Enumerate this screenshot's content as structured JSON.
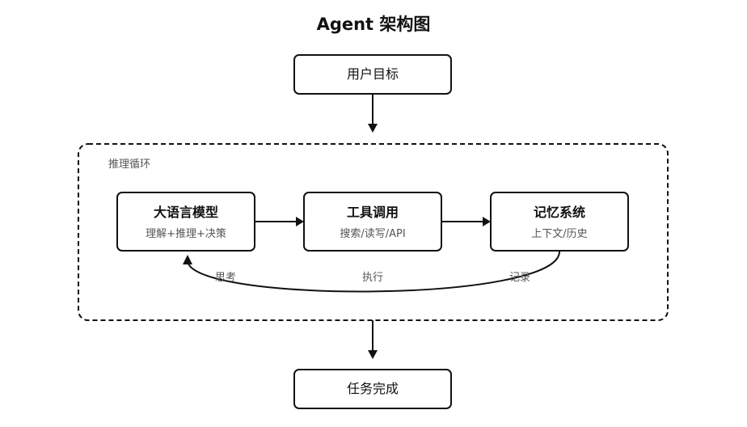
{
  "title": "Agent 架构图",
  "nodes": {
    "goal": {
      "label": "用户目标"
    },
    "llm": {
      "label": "大语言模型",
      "sub": "理解+推理+决策"
    },
    "tools": {
      "label": "工具调用",
      "sub": "搜索/读写/API"
    },
    "memory": {
      "label": "记忆系统",
      "sub": "上下文/历史"
    },
    "done": {
      "label": "任务完成"
    }
  },
  "group": {
    "label": "推理循环"
  },
  "edges": {
    "think": "思考",
    "act": "执行",
    "record": "记录"
  },
  "colors": {
    "stroke": "#111111",
    "muted": "#555555",
    "background": "#ffffff"
  }
}
